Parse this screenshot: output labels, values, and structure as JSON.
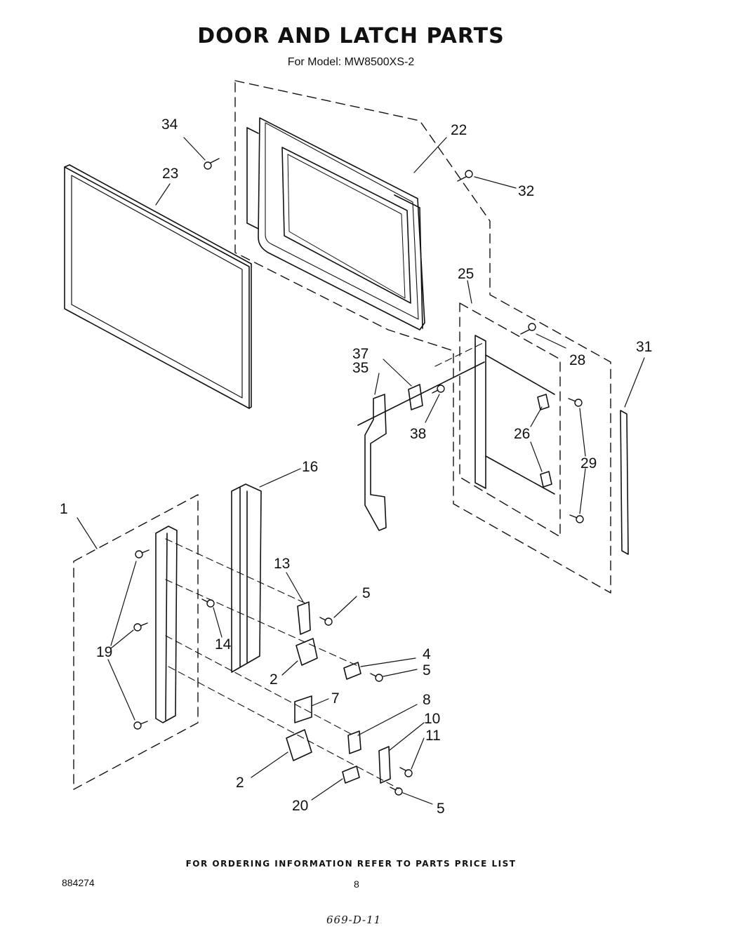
{
  "header": {
    "title": "DOOR AND LATCH PARTS",
    "subtitle": "For Model: MW8500XS-2"
  },
  "callouts": [
    "34",
    "22",
    "23",
    "32",
    "25",
    "31",
    "28",
    "37",
    "35",
    "38",
    "26",
    "29",
    "16",
    "1",
    "13",
    "5",
    "19",
    "14",
    "4",
    "2",
    "5b",
    "7",
    "8",
    "10",
    "11",
    "2b",
    "20",
    "5c"
  ],
  "callout_text": {
    "34": "34",
    "22": "22",
    "23": "23",
    "32": "32",
    "25": "25",
    "31": "31",
    "28": "28",
    "37": "37",
    "35": "35",
    "38": "38",
    "26": "26",
    "29": "29",
    "16": "16",
    "1": "1",
    "13": "13",
    "5": "5",
    "19": "19",
    "14": "14",
    "4": "4",
    "2": "2",
    "5b": "5",
    "7": "7",
    "8": "8",
    "10": "10",
    "11": "11",
    "2b": "2",
    "20": "20",
    "5c": "5"
  },
  "footer": {
    "ordering_note": "FOR ORDERING INFORMATION REFER TO PARTS PRICE LIST",
    "document_number": "884274",
    "page_number": "8",
    "handwritten_note": "669-D-11"
  }
}
